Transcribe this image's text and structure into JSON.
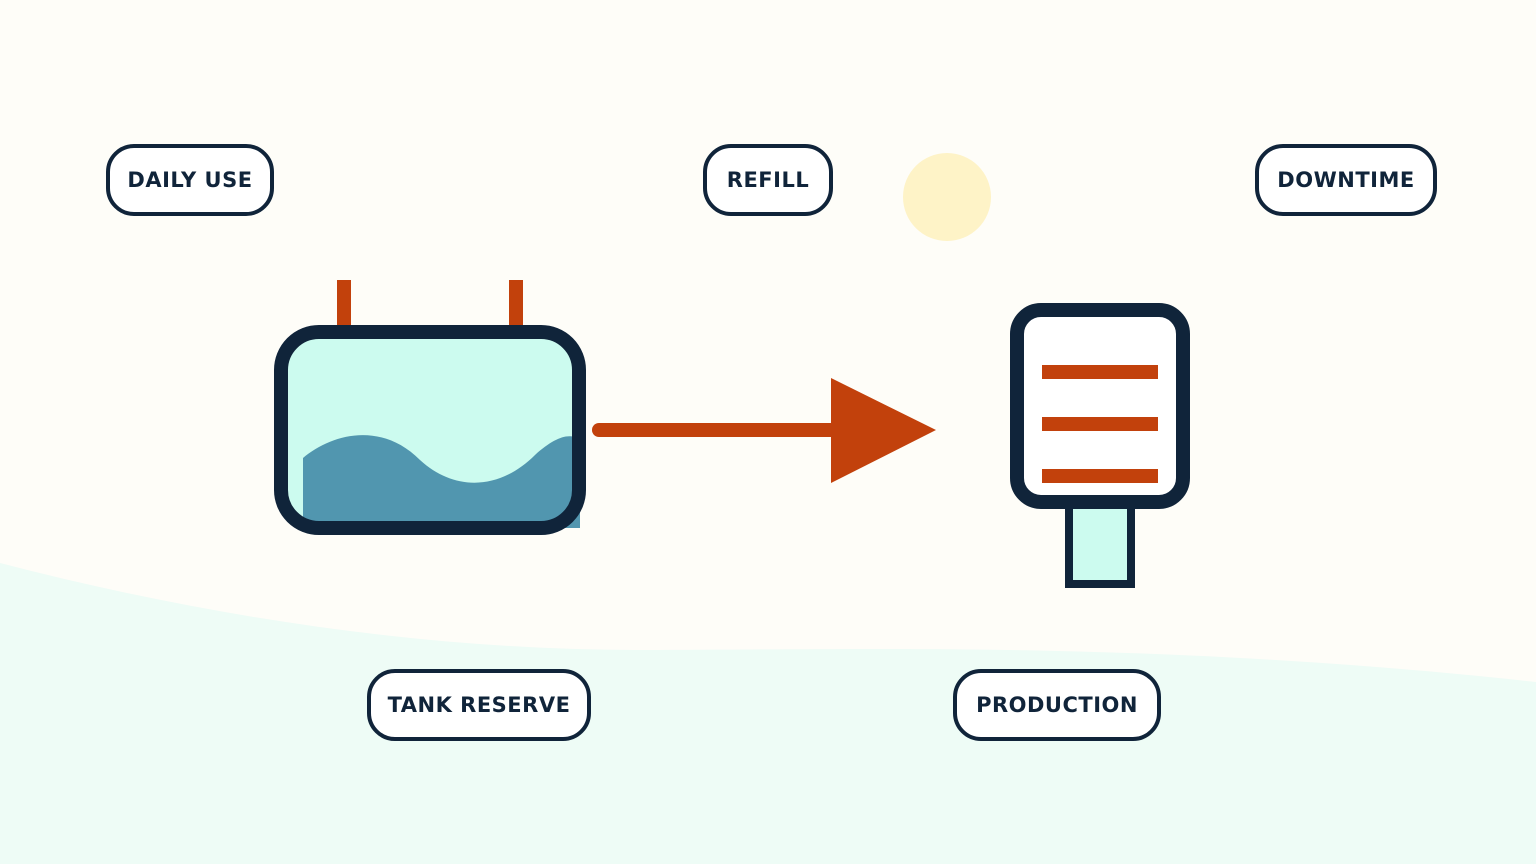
{
  "labels": {
    "daily_use": "DAILY USE",
    "refill": "REFILL",
    "downtime": "DOWNTIME",
    "tank_reserve": "TANK RESERVE",
    "production": "PRODUCTION"
  },
  "colors": {
    "background": "#FEFDF8",
    "ground": "#EEFCF6",
    "outline": "#10243A",
    "accent": "#C2410C",
    "water_light": "#CCFBEF",
    "water_deep": "#4A90AB",
    "sun": "#FEF3C7"
  },
  "icons": {
    "tank": "water-tank-icon",
    "flow": "flow-arrow-icon",
    "machine": "production-machine-icon",
    "sun": "sun-icon"
  }
}
